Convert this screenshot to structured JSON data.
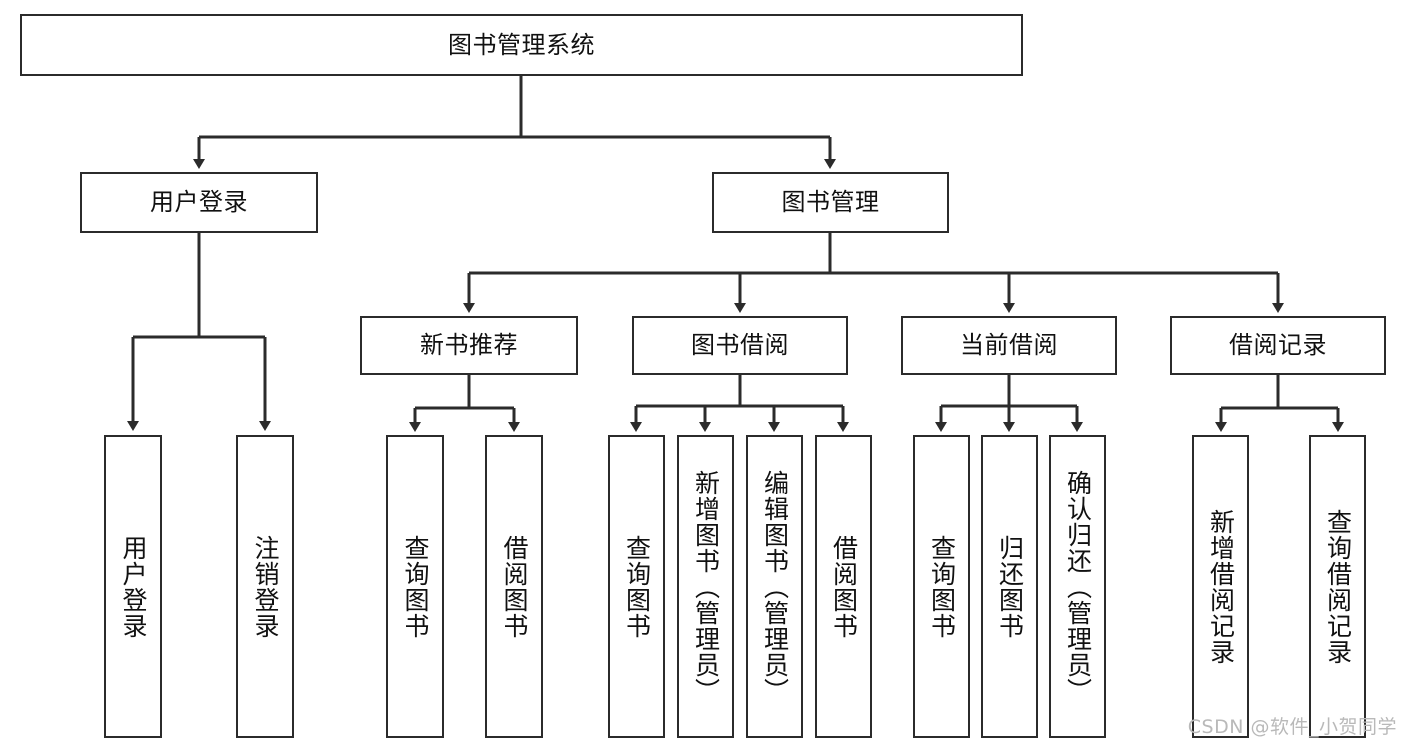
{
  "diagram": {
    "type": "tree-hierarchy-chart",
    "title": "图书管理系统",
    "colors": {
      "stroke": "#2b2b2b",
      "fill": "#ffffff",
      "text": "#111111",
      "watermark": "#b9b9b9"
    },
    "nodes": {
      "root": {
        "label": "图书管理系统",
        "orientation": "horizontal"
      },
      "level2": [
        {
          "id": "user-login",
          "label": "用户登录",
          "orientation": "horizontal"
        },
        {
          "id": "book-management",
          "label": "图书管理",
          "orientation": "horizontal"
        }
      ],
      "level3": [
        {
          "id": "new-book-recommend",
          "label": "新书推荐",
          "orientation": "horizontal"
        },
        {
          "id": "book-borrow",
          "label": "图书借阅",
          "orientation": "horizontal"
        },
        {
          "id": "current-borrow",
          "label": "当前借阅",
          "orientation": "horizontal"
        },
        {
          "id": "borrow-record",
          "label": "借阅记录",
          "orientation": "horizontal"
        }
      ],
      "leaves": [
        {
          "id": "leaf-user-login",
          "label": "用户登录",
          "parent": "user-login",
          "orientation": "vertical"
        },
        {
          "id": "leaf-user-logout",
          "label": "注销登录",
          "parent": "user-login",
          "orientation": "vertical"
        },
        {
          "id": "leaf-query-book-1",
          "label": "查询图书",
          "parent": "new-book-recommend",
          "orientation": "vertical"
        },
        {
          "id": "leaf-borrow-book-1",
          "label": "借阅图书",
          "parent": "new-book-recommend",
          "orientation": "vertical"
        },
        {
          "id": "leaf-query-book-2",
          "label": "查询图书",
          "parent": "book-borrow",
          "orientation": "vertical"
        },
        {
          "id": "leaf-add-book",
          "label": "新增图书（管理员）",
          "parent": "book-borrow",
          "orientation": "vertical"
        },
        {
          "id": "leaf-edit-book",
          "label": "编辑图书（管理员）",
          "parent": "book-borrow",
          "orientation": "vertical"
        },
        {
          "id": "leaf-borrow-book-2",
          "label": "借阅图书",
          "parent": "book-borrow",
          "orientation": "vertical"
        },
        {
          "id": "leaf-query-book-3",
          "label": "查询图书",
          "parent": "current-borrow",
          "orientation": "vertical"
        },
        {
          "id": "leaf-return-book",
          "label": "归还图书",
          "parent": "current-borrow",
          "orientation": "vertical"
        },
        {
          "id": "leaf-confirm-return",
          "label": "确认归还（管理员）",
          "parent": "current-borrow",
          "orientation": "vertical"
        },
        {
          "id": "leaf-add-record",
          "label": "新增借阅记录",
          "parent": "borrow-record",
          "orientation": "vertical"
        },
        {
          "id": "leaf-query-record",
          "label": "查询借阅记录",
          "parent": "borrow-record",
          "orientation": "vertical"
        }
      ]
    },
    "watermark": "CSDN @软件_小贺同学"
  }
}
